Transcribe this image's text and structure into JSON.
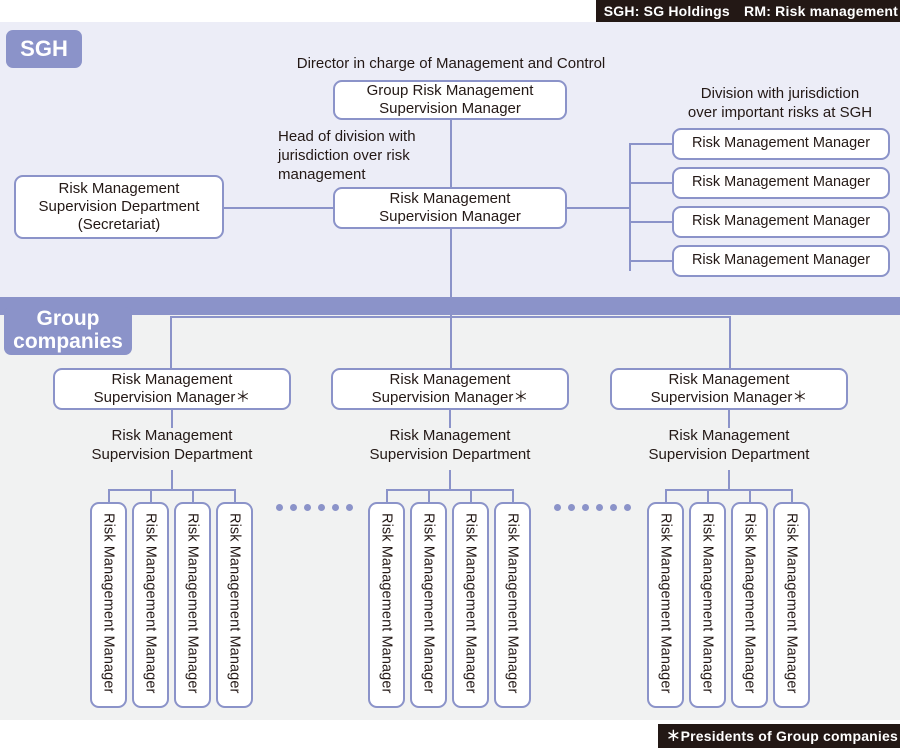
{
  "legend": {
    "top": "SGH: SG Holdings　RM: Risk management",
    "bottom": "＊Presidents of Group companies"
  },
  "sections": {
    "sgh": {
      "badge": "SGH"
    },
    "group": {
      "badge_line1": "Group",
      "badge_line2": "companies"
    }
  },
  "colors": {
    "accent": "#8b93c9",
    "sgh_panel_bg": "#ecedf7",
    "group_panel_bg": "#f1f2f2",
    "box_bg": "#ffffff",
    "text": "#231815",
    "legend_bg": "#231815"
  },
  "sgh_section": {
    "director_caption": "Director in charge of Management and Control",
    "group_risk_box": "Group Risk Management\nSupervision Manager",
    "head_of_division_caption": "Head of division with\njurisdiction over risk\nmanagement",
    "secretariat_box": "Risk Management\nSupervision Department\n(Secretariat)",
    "supervision_manager_box": "Risk Management\nSupervision Manager",
    "jurisdiction_caption": "Division with jurisdiction\nover important risks at SGH",
    "managers": [
      "Risk Management Manager",
      "Risk Management Manager",
      "Risk Management Manager",
      "Risk Management Manager"
    ]
  },
  "group_section": {
    "companies": [
      {
        "manager_box": "Risk Management\nSupervision Manager＊",
        "department_caption": "Risk Management\nSupervision Department",
        "managers": [
          "Risk Management Manager",
          "Risk Management Manager",
          "Risk Management Manager",
          "Risk Management Manager"
        ]
      },
      {
        "manager_box": "Risk Management\nSupervision Manager＊",
        "department_caption": "Risk Management\nSupervision Department",
        "managers": [
          "Risk Management Manager",
          "Risk Management Manager",
          "Risk Management Manager",
          "Risk Management Manager"
        ]
      },
      {
        "manager_box": "Risk Management\nSupervision Manager＊",
        "department_caption": "Risk Management\nSupervision Department",
        "managers": [
          "Risk Management Manager",
          "Risk Management Manager",
          "Risk Management Manager",
          "Risk Management Manager"
        ]
      }
    ],
    "ellipsis_dot_count": 6
  }
}
